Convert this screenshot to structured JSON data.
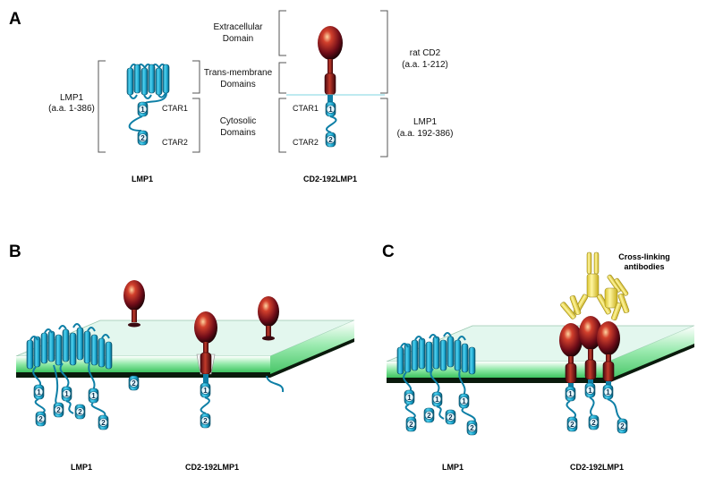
{
  "panel_a": {
    "letter": "A",
    "domains": {
      "extracellular": [
        "Extracellular",
        "Domain"
      ],
      "transmembrane": [
        "Trans-membrane",
        "Domains"
      ],
      "cytosolic": [
        "Cytosolic",
        "Domains"
      ]
    },
    "lmp1_label": [
      "LMP1",
      "(a.a. 1-386)"
    ],
    "ratcd2_label": [
      "rat CD2",
      "(a.a. 1-212)"
    ],
    "lmp1_tail_label": [
      "LMP1",
      "(a.a. 192-386)"
    ],
    "ctar1": "CTAR1",
    "ctar2": "CTAR2",
    "caption_left": "LMP1",
    "caption_right": "CD2-192LMP1"
  },
  "panel_b": {
    "letter": "B",
    "caption_left": "LMP1",
    "caption_right": "CD2-192LMP1"
  },
  "panel_c": {
    "letter": "C",
    "antibody_label": [
      "Cross-linking",
      "antibodies"
    ],
    "caption_left": "LMP1",
    "caption_right": "CD2-192LMP1"
  },
  "motifs": {
    "one": "1",
    "two": "2"
  },
  "colors": {
    "lmp1_cyan": "#1aa3cc",
    "cd2_maroon": "#8a1020",
    "antibody_yellow": "#f2e04a",
    "membrane_green": "#3cc860"
  }
}
